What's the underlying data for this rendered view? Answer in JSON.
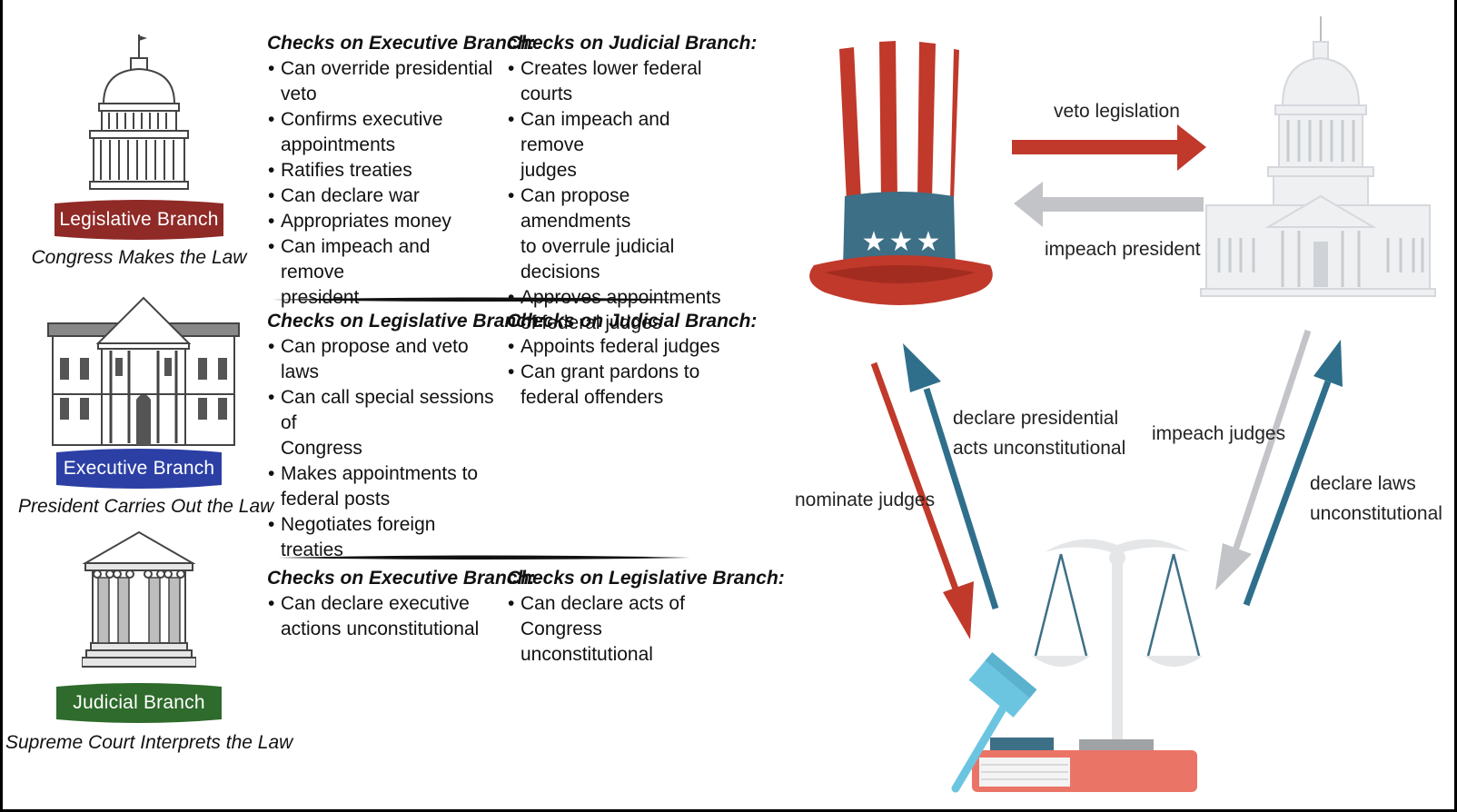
{
  "branches": [
    {
      "name": "Legislative Branch",
      "caption": "Congress Makes the Law",
      "color": "#8f2a27",
      "columns": [
        {
          "heading": "Checks on Executive Branch:",
          "items": [
            [
              "Can override presidential",
              "veto"
            ],
            [
              "Confirms executive",
              "appointments"
            ],
            [
              "Ratifies treaties"
            ],
            [
              "Can declare war"
            ],
            [
              "Appropriates money"
            ],
            [
              "Can impeach and remove",
              "president"
            ]
          ]
        },
        {
          "heading": "Checks on Judicial Branch:",
          "items": [
            [
              "Creates lower federal",
              "courts"
            ],
            [
              "Can impeach and remove",
              "judges"
            ],
            [
              "Can propose amendments",
              "to overrule judicial decisions"
            ],
            [
              "Approves appointments",
              "of federal judges"
            ]
          ]
        }
      ]
    },
    {
      "name": "Executive Branch",
      "caption": "President Carries Out the Law",
      "color": "#2c3fa5",
      "columns": [
        {
          "heading": "Checks on Legislative Branch:",
          "items": [
            [
              "Can propose and veto laws"
            ],
            [
              "Can call special sessions of",
              "Congress"
            ],
            [
              "Makes appointments to",
              "federal posts"
            ],
            [
              "Negotiates foreign treaties"
            ]
          ]
        },
        {
          "heading": "Checks on Judicial Branch:",
          "items": [
            [
              "Appoints federal judges"
            ],
            [
              "Can grant pardons to",
              "federal offenders"
            ]
          ]
        }
      ]
    },
    {
      "name": "Judicial Branch",
      "caption": "Supreme Court Interprets the Law",
      "color": "#2e6b2c",
      "columns": [
        {
          "heading": "Checks on Executive Branch:",
          "items": [
            [
              "Can declare executive",
              "actions unconstitutional"
            ]
          ]
        },
        {
          "heading": "Checks on Legislative Branch:",
          "items": [
            [
              "Can declare acts of Congress",
              "unconstitutional"
            ]
          ]
        }
      ]
    }
  ],
  "diagram_labels": {
    "veto": [
      "veto legislation"
    ],
    "impeach_president": [
      "impeach president"
    ],
    "declare_acts": [
      "declare presidential",
      "acts unconstitutional"
    ],
    "nominate": [
      "nominate judges"
    ],
    "impeach_judges": [
      "impeach judges"
    ],
    "declare_laws": [
      "declare laws",
      "unconstitutional"
    ]
  },
  "colors": {
    "red_arrow": "#c0392b",
    "gray_arrow": "#c2c4c8",
    "teal_arrow": "#2f6f8c"
  },
  "icons": {
    "legislative": "capitol-dome-icon",
    "executive": "white-house-icon",
    "judicial": "courthouse-icon",
    "president": "uncle-sam-hat-icon",
    "congress": "capitol-building-icon",
    "courts": "scales-gavel-icon"
  }
}
